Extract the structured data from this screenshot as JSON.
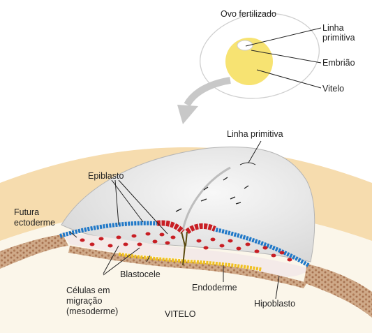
{
  "labels": {
    "ovo_fertilizado": "Ovo fertilizado",
    "linha_primitiva_top_1": "Linha",
    "linha_primitiva_top_2": "primitiva",
    "embriao": "Embrião",
    "vitelo_top": "Vitelo",
    "linha_primitiva_main": "Linha primitiva",
    "epiblasto": "Epiblasto",
    "futura_ectoderme_1": "Futura",
    "futura_ectoderme_2": "ectoderme",
    "blastocele": "Blastocele",
    "celulas_1": "Células em",
    "celulas_2": "migração",
    "celulas_3": "(mesoderme)",
    "endoderme": "Endoderme",
    "hipoblasto": "Hipoblasto",
    "vitelo_bottom": "VITELO"
  },
  "colors": {
    "yolk_background": "#fbf6ea",
    "yolk_band": "#f6dcae",
    "tissue": "#c49a78",
    "embryo_dome": "#eaeaea",
    "ectoderm_blue": "#1f78c8",
    "mesoderm_red": "#c81e24",
    "endoderm_yellow": "#f0c020",
    "egg_yolk": "#f7e372",
    "arrow_gray": "#c8c8c8"
  }
}
